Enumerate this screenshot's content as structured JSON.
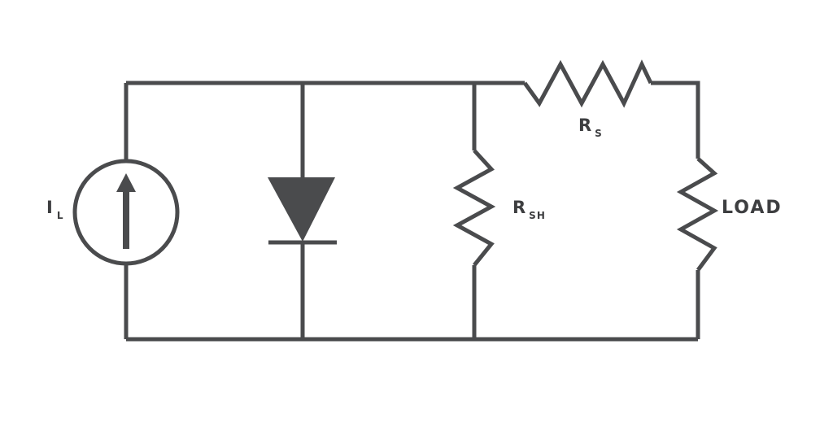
{
  "labels": {
    "current_source": {
      "main": "I",
      "sub": "L"
    },
    "series_resistor": {
      "main": "R",
      "sub": "S"
    },
    "shunt_resistor": {
      "main": "R",
      "sub": "SH"
    },
    "load": "LOAD"
  },
  "colors": {
    "stroke": "#4a4b4d",
    "text": "#3d3e40",
    "background": "#ffffff"
  },
  "components": [
    {
      "name": "current-source",
      "icon": "up-arrow-in-circle"
    },
    {
      "name": "diode",
      "icon": "diode-triangle-down"
    },
    {
      "name": "shunt-resistor",
      "icon": "zigzag-vertical"
    },
    {
      "name": "series-resistor",
      "icon": "zigzag-horizontal"
    },
    {
      "name": "load-resistor",
      "icon": "zigzag-vertical"
    }
  ]
}
